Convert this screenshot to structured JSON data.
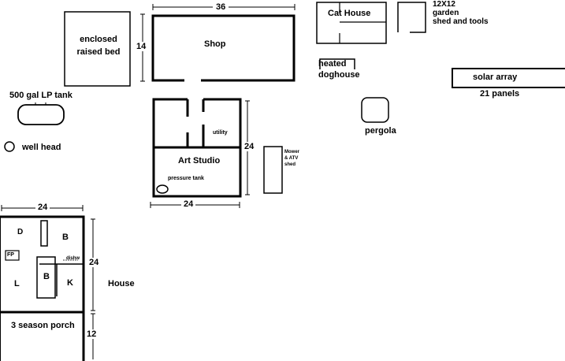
{
  "labels": {
    "raised_bed": "enclosed\nraised bed",
    "raised_bed_dim": "14",
    "shop": "Shop",
    "shop_dim": "36",
    "cat_house": "Cat House",
    "garden_shed": "12X12\ngarden\nshed and tools",
    "doghouse": "heated\ndoghouse",
    "solar_array": "solar array",
    "solar_panels": "21 panels",
    "lp_tank": "500 gal LP tank",
    "well_head": "well head",
    "pergola": "pergola",
    "utility": "utility",
    "art_studio": "Art Studio",
    "pressure_tank": "pressure tank",
    "studio_dim_side": "24",
    "studio_dim_bottom": "24",
    "mower_shed": "Mower\n& ATV\nshed",
    "house_dim_top": "24",
    "house_dim_side": "24",
    "house_dim_porch": "12",
    "house": "House",
    "room_d": "D",
    "room_b1": "B",
    "room_fp": "FP",
    "room_dishw": "dishw",
    "room_b2": "B",
    "room_l": "L",
    "room_k": "K",
    "porch": "3 season porch"
  }
}
